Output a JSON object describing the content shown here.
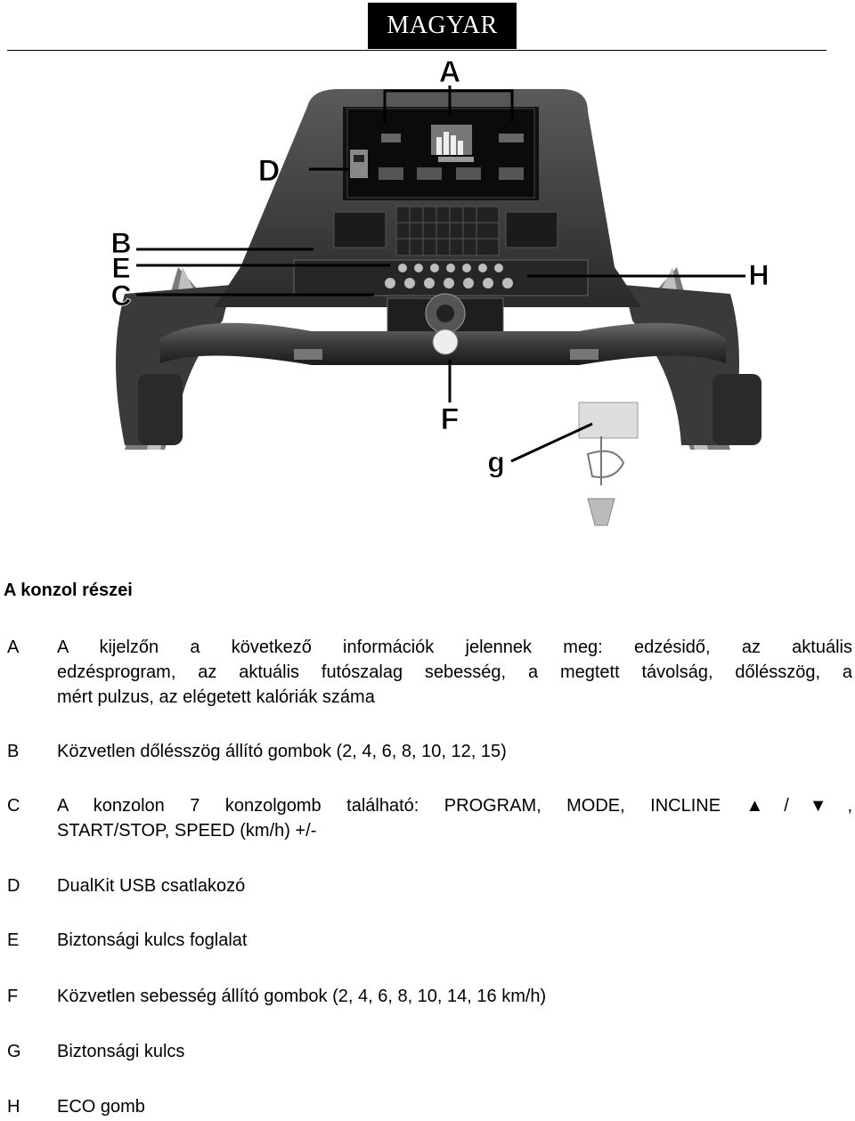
{
  "header": {
    "language": "MAGYAR"
  },
  "figure": {
    "callouts": {
      "A": "A",
      "B": "B",
      "E": "E",
      "C": "C",
      "D": "D",
      "H": "H",
      "F": "F",
      "g": "g"
    }
  },
  "section": {
    "title": "A konzol részei",
    "items": [
      {
        "letter": "A",
        "line1": "A kijelzőn a következő információk jelennek meg: edzésidő, az aktuális",
        "line2": "edzésprogram, az aktuális futószalag sebesség, a megtett távolság, dőlésszög, a",
        "line3": "mért pulzus, az elégetett kalóriák száma"
      },
      {
        "letter": "B",
        "text": "Közvetlen dőlésszög állító gombok (2, 4, 6, 8, 10, 12, 15)"
      },
      {
        "letter": "C",
        "line1": "A konzolon 7 konzolgomb található: PROGRAM, MODE, INCLINE ▲/▼,",
        "line2": "START/STOP, SPEED (km/h) +/-"
      },
      {
        "letter": "D",
        "text": "DualKit USB csatlakozó"
      },
      {
        "letter": "E",
        "text": "Biztonsági kulcs foglalat"
      },
      {
        "letter": "F",
        "text": "Közvetlen sebesség állító gombok (2, 4, 6, 8, 10, 14, 16 km/h)"
      },
      {
        "letter": "G",
        "text": "Biztonsági kulcs"
      },
      {
        "letter": "H",
        "text": "ECO gomb"
      }
    ]
  }
}
